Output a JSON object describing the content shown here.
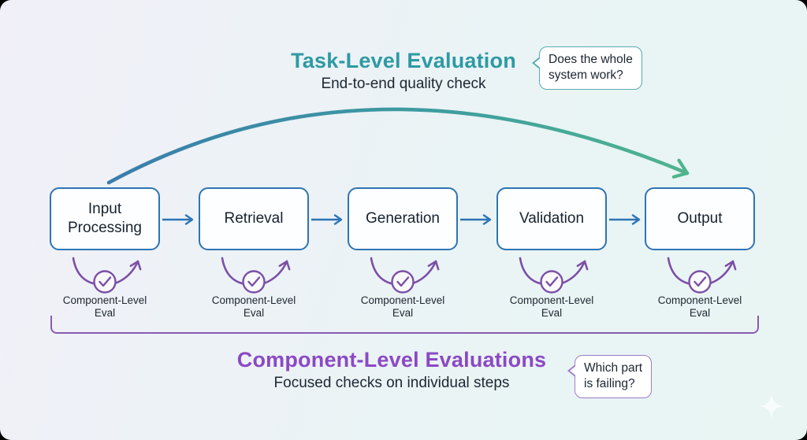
{
  "task_level": {
    "title": "Task-Level Evaluation",
    "subtitle": "End-to-end quality check",
    "bubble_line1": "Does the whole",
    "bubble_line2": "system work?"
  },
  "component_level": {
    "title": "Component-Level Evaluations",
    "subtitle": "Focused checks on individual steps",
    "bubble_line1": "Which part",
    "bubble_line2": "is failing?",
    "eval_label_line1": "Component-Level",
    "eval_label_line2": "Eval"
  },
  "pipeline": {
    "steps": [
      {
        "label": "Input Processing"
      },
      {
        "label": "Retrieval"
      },
      {
        "label": "Generation"
      },
      {
        "label": "Validation"
      },
      {
        "label": "Output"
      }
    ]
  },
  "colors": {
    "task_accent_teal": "#2E9AA4",
    "pipeline_blue": "#2D74B4",
    "component_purple": "#8B49C4",
    "loop_purple": "#7B4FA6",
    "arc_gradient_start": "#3A7DAB",
    "arc_gradient_end": "#4FB48E"
  }
}
